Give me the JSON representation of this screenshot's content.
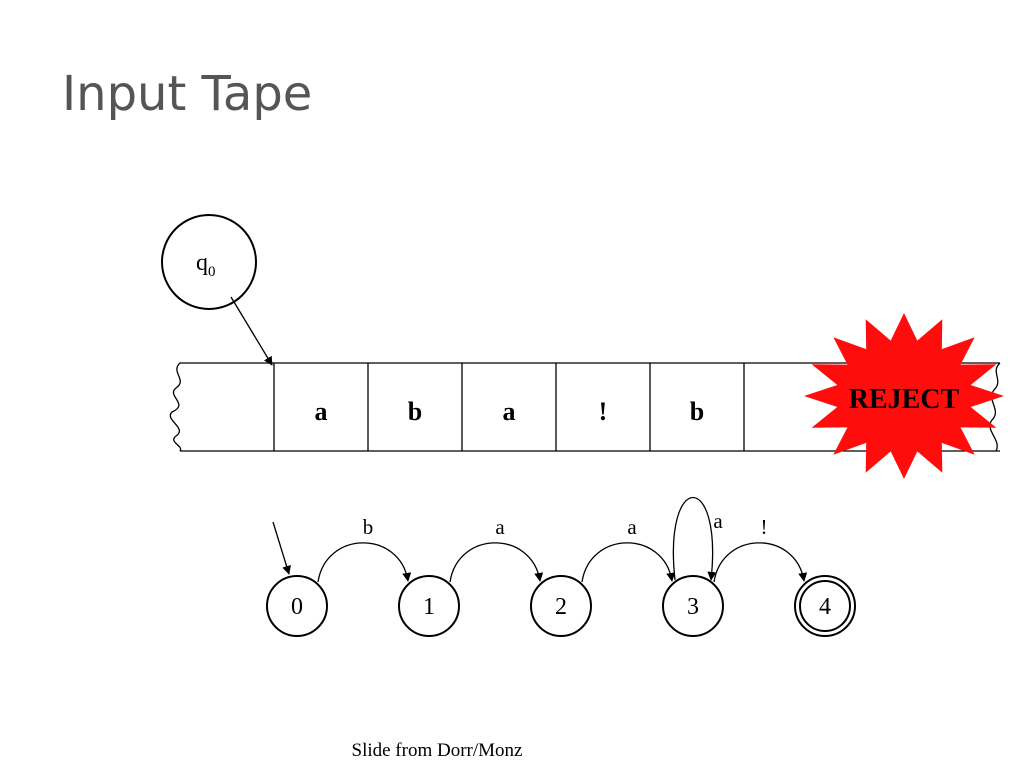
{
  "title": "Input Tape",
  "head": {
    "state": "q",
    "state_sub": "0"
  },
  "tape": {
    "cells": [
      "",
      "a",
      "b",
      "a",
      "!",
      "b",
      ""
    ]
  },
  "badge": {
    "label": "REJECT",
    "color": "#ff0d0d"
  },
  "automaton": {
    "states": [
      {
        "id": "0",
        "final": false
      },
      {
        "id": "1",
        "final": false
      },
      {
        "id": "2",
        "final": false
      },
      {
        "id": "3",
        "final": false
      },
      {
        "id": "4",
        "final": true
      }
    ],
    "transitions": [
      {
        "from": "0",
        "to": "1",
        "label": "b"
      },
      {
        "from": "1",
        "to": "2",
        "label": "a"
      },
      {
        "from": "2",
        "to": "3",
        "label": "a"
      },
      {
        "from": "3",
        "to": "3",
        "label": "a"
      },
      {
        "from": "3",
        "to": "4",
        "label": "!"
      }
    ]
  },
  "caption": "Slide from Dorr/Monz"
}
